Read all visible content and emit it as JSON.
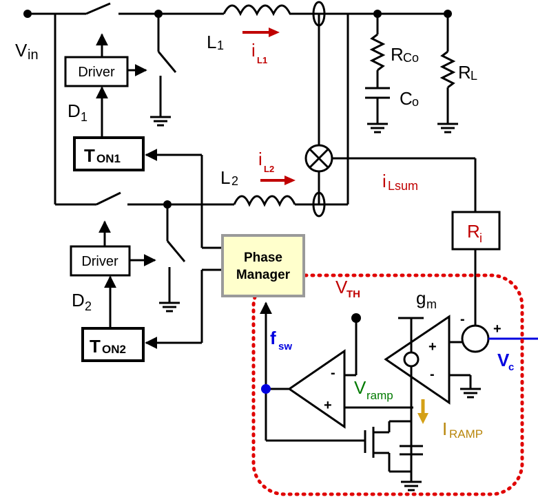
{
  "labels": {
    "vin": "V",
    "vin_sub": "in",
    "l1": "L",
    "l1_sub": "1",
    "il1": "i",
    "il1_sub": "L1",
    "l2": "L",
    "l2_sub": "2",
    "il2": "i",
    "il2_sub": "L2",
    "ilsum": "i",
    "ilsum_sub": "Lsum",
    "rco": "R",
    "rco_sub": "Co",
    "co": "C",
    "co_sub": "o",
    "rl": "R",
    "rl_sub": "L",
    "ri": "R",
    "ri_sub": "i",
    "d1": "D",
    "d1_sub": "1",
    "d2": "D",
    "d2_sub": "2",
    "vth": "V",
    "vth_sub": "TH",
    "gm": "g",
    "gm_sub": "m",
    "fsw": "f",
    "fsw_sub": "sw",
    "vramp": "V",
    "vramp_sub": "ramp",
    "iramp": "I",
    "iramp_sub": "RAMP",
    "vc": "V",
    "vc_sub": "c"
  },
  "blocks": {
    "driver1": "Driver",
    "driver2": "Driver",
    "ton1": "T",
    "ton1_sub": "ON1",
    "ton2": "T",
    "ton2_sub": "ON2",
    "phase_manager_line1": "Phase",
    "phase_manager_line2": "Manager"
  },
  "signs": {
    "minus": "-",
    "plus": "+"
  },
  "colors": {
    "current_arrow": "#c00000",
    "dotted_box": "#e00000",
    "fsw_node": "#0000e0",
    "phase_manager_fill": "#ffffcc",
    "phase_manager_border": "#9a9a9a",
    "ramp_arrow": "#d4a017"
  }
}
